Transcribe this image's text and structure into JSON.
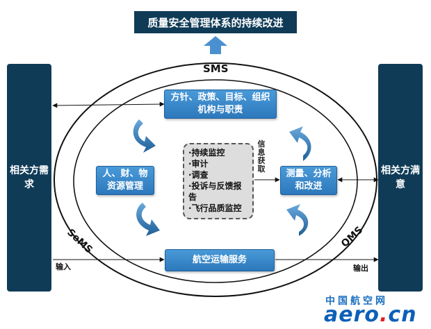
{
  "top_banner": "质量安全管理体系的持续改进",
  "left_pillar": "相关方需求",
  "right_pillar": "相关方满意",
  "nodes": {
    "policy": "方针、政策、目标、组织机构与职责",
    "resource": "人、财、物资源管理",
    "measure": "测量、分析和改进",
    "service": "航空运输服务"
  },
  "center_items": [
    "·持续监控",
    "·审计",
    "·调查",
    "·投诉与反馈报告",
    "·飞行品质监控"
  ],
  "info_label": "信息获取",
  "rings": {
    "outer": "SMS",
    "left": "SeMS",
    "right": "QMS"
  },
  "input_label": "输入",
  "output_label": "输出",
  "watermark": {
    "cn": "中国航空网",
    "en_main": "aero",
    "en_dot": ".",
    "en_tld": "cn"
  },
  "colors": {
    "navy": "#0f3b57",
    "node_blue": "#3a8ad0",
    "arrow_blue": "#2a6fb0",
    "watermark_blue": "#0d5fb8",
    "watermark_red": "#e02020"
  }
}
